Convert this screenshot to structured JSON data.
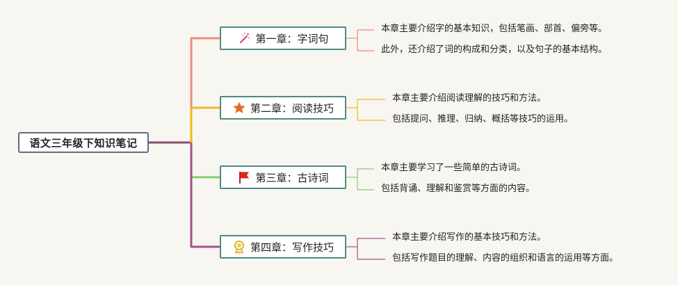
{
  "root": {
    "title": "语文三年级下知识笔记"
  },
  "chapters": [
    {
      "title": "第一章：字词句",
      "icon": "magic-wand-icon",
      "color": "#f08a7c",
      "notes": [
        "本章主要介绍字的基本知识，包括笔画、部首、偏旁等。",
        "此外，还介绍了词的构成和分类，以及句子的基本结构。"
      ]
    },
    {
      "title": "第二章：阅读技巧",
      "icon": "star-icon",
      "color": "#f2b91d",
      "notes": [
        "本章主要介绍阅读理解的技巧和方法。",
        "包括提问、推理、归纳、概括等技巧的运用。"
      ]
    },
    {
      "title": "第三章：古诗词",
      "icon": "flag-icon",
      "color": "#86cc6a",
      "notes": [
        "本章主要学习了一些简单的古诗词。",
        "包括背诵、理解和鉴赏等方面的内容。"
      ]
    },
    {
      "title": "第四章：写作技巧",
      "icon": "medal-icon",
      "color": "#a4508a",
      "notes": [
        "本章主要介绍写作的基本技巧和方法。",
        "包括写作题目的理解、内容的组织和语言的运用等方面。"
      ]
    }
  ],
  "colors": {
    "root_line": "#8b4d6a",
    "node_border": "#4e8a83"
  }
}
